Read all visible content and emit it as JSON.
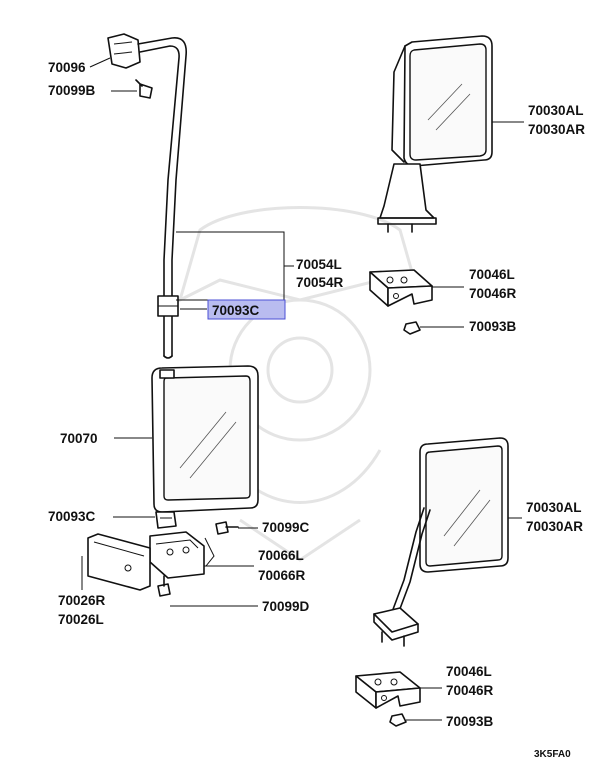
{
  "labels": {
    "p70096": "70096",
    "p70099B": "70099B",
    "p70030AL_top": "70030AL",
    "p70030AR_top": "70030AR",
    "p70054L": "70054L",
    "p70054R": "70054R",
    "p70093C_highlight": "70093C",
    "p70046L_top": "70046L",
    "p70046R_top": "70046R",
    "p70093B_top": "70093B",
    "p70070": "70070",
    "p70093C_lower": "70093C",
    "p70099C": "70099C",
    "p70066L": "70066L",
    "p70066R": "70066R",
    "p70026R": "70026R",
    "p70026L": "70026L",
    "p70099D": "70099D",
    "p70030AL_bottom": "70030AL",
    "p70030AR_bottom": "70030AR",
    "p70046L_bottom": "70046L",
    "p70046R_bottom": "70046R",
    "p70093B_bottom": "70093B"
  },
  "diagram_code": "3K5FA0",
  "colors": {
    "highlight_fill": "#b9bcf0",
    "highlight_stroke": "#4b4fd6",
    "line": "#111111"
  }
}
